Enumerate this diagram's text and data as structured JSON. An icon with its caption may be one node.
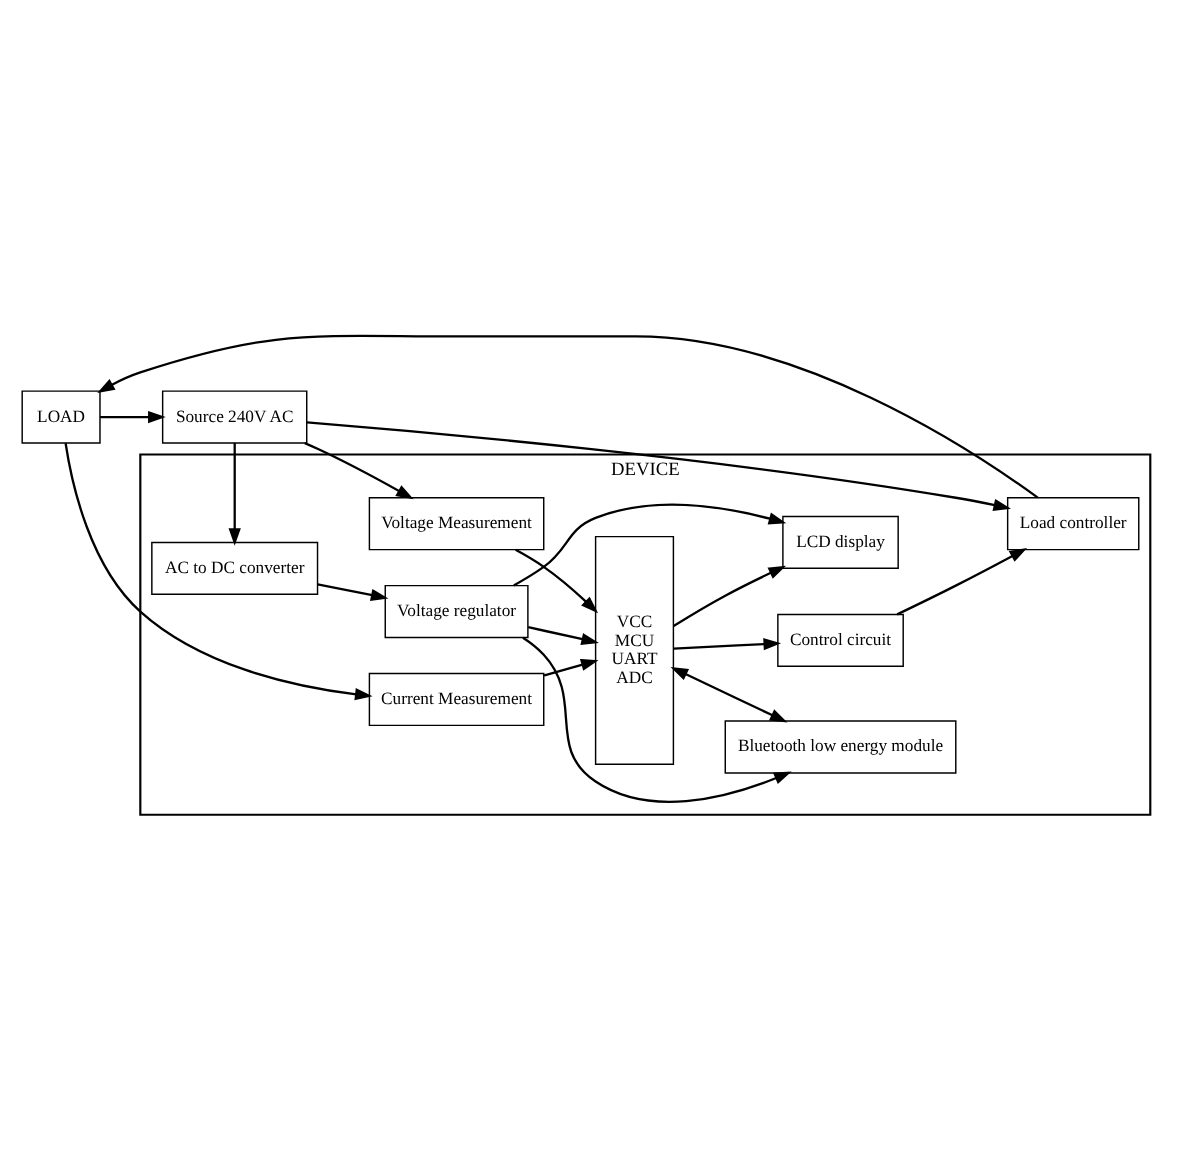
{
  "diagram": {
    "nodes": [
      {
        "text": [
          "Source 240V AC"
        ]
      },
      {
        "text": [
          "DEVICE"
        ]
      },
      {
        "text": [
          "AC to DC converter"
        ],
        "in": 1
      },
      {
        "text": [
          "Voltage regulator"
        ],
        "in": 1
      },
      {
        "text": [
          "VCC",
          "MCU",
          "UART",
          "ADC"
        ],
        "in": 1
      },
      {
        "text": [
          "LCD display"
        ],
        "in": 1
      },
      {
        "text": [
          "Voltage Measurement"
        ],
        "in": 1
      },
      {
        "text": [
          "Bluetooth low energy module"
        ],
        "in": 1
      },
      {
        "text": [
          "Current Measurement"
        ],
        "in": 1
      },
      {
        "text": [
          "Load controller"
        ],
        "in": 1
      },
      {
        "text": [
          "Control circuit"
        ],
        "in": 1
      },
      {
        "text": [
          "LOAD"
        ]
      }
    ],
    "edges": [
      {
        "from": 11,
        "to": 0,
        "arrow": "to"
      },
      {
        "from": 0,
        "to": 2,
        "arrow": "to"
      },
      {
        "from": 2,
        "to": 3,
        "arrow": "to"
      },
      {
        "from": 3,
        "to": 4,
        "arrow": "to"
      },
      {
        "from": 3,
        "to": 5,
        "arrow": "to"
      },
      {
        "from": 3,
        "to": 7,
        "arrow": "to"
      },
      {
        "from": 4,
        "to": 5,
        "arrow": "to"
      },
      {
        "from": 0,
        "to": 6,
        "arrow": "to"
      },
      {
        "from": 6,
        "to": 4,
        "arrow": "to"
      },
      {
        "from": 4,
        "to": 7,
        "arrow": "both"
      },
      {
        "from": 11,
        "to": 8,
        "arrow": "to"
      },
      {
        "from": 8,
        "to": 4,
        "arrow": "to"
      },
      {
        "from": 0,
        "to": 9,
        "arrow": "to"
      },
      {
        "from": 4,
        "to": 10,
        "arrow": "to"
      },
      {
        "from": 10,
        "to": 9,
        "arrow": "to"
      },
      {
        "from": 9,
        "to": 11,
        "arrow": "to"
      }
    ]
  }
}
